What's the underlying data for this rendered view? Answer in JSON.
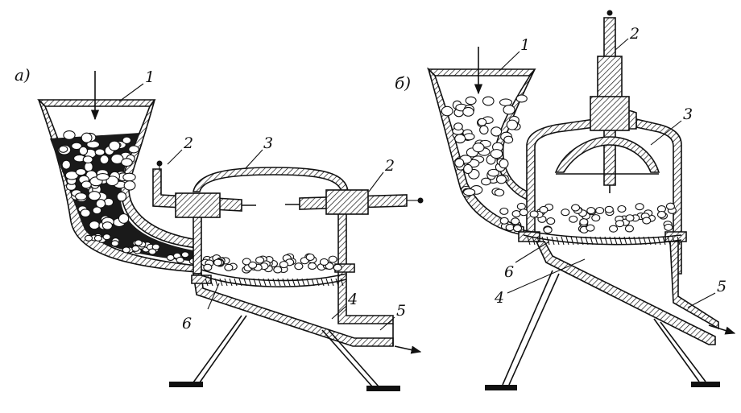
{
  "panels": {
    "a": {
      "label": "а)",
      "parts": {
        "p1": "1",
        "p2_left": "2",
        "p3": "3",
        "p2_right": "2",
        "p4": "4",
        "p5": "5",
        "p6": "6"
      }
    },
    "b": {
      "label": "б)",
      "parts": {
        "p1": "1",
        "p2": "2",
        "p3": "3",
        "p4": "4",
        "p5": "5",
        "p6": "6"
      }
    }
  }
}
